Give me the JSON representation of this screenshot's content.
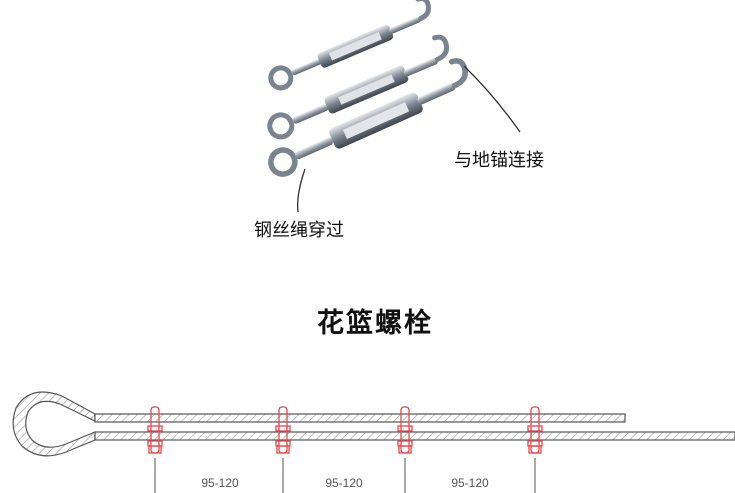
{
  "photo": {
    "label_anchor": "与地锚连接",
    "label_wire": "钢丝绳穿过"
  },
  "title": "花篮螺栓",
  "drawing": {
    "spacing_labels": [
      "95-120",
      "95-120",
      "95-120"
    ],
    "colors": {
      "clip": "#e8464b",
      "line": "#555555",
      "hatch": "#9a9a9a"
    }
  }
}
